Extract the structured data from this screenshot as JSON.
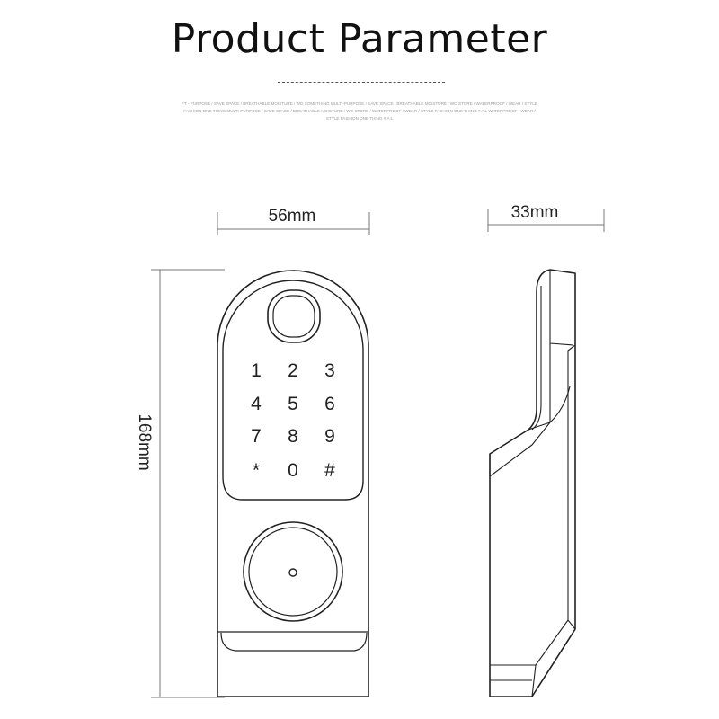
{
  "header": {
    "title": "Product Parameter",
    "tagline": "ft - purpose / save space / breathable moisture / wo something multi-purpose / save space / breathable moisture / wo store / waterproof / wear / style fashion one thing multi-purpose / save space / breathable moisture / wo store / waterproof / wear / style fashion one thing # a l waterproof / wear / style fashion one thing # a l"
  },
  "dimensions": {
    "width": "56mm",
    "depth": "33mm",
    "height": "168mm"
  },
  "keypad": {
    "keys": [
      "1",
      "2",
      "3",
      "4",
      "5",
      "6",
      "7",
      "8",
      "9",
      "*",
      "0",
      "#"
    ]
  }
}
